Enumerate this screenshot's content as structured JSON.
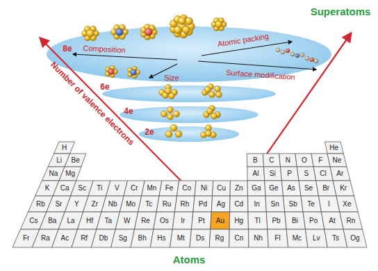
{
  "diagram": {
    "nodes": [
      {
        "text": [
          "Composition",
          "Size",
          "Atomic packing",
          "Surface modification"
        ]
      }
    ],
    "labels": [
      "Superatoms",
      "Number of valence electrons",
      "8e",
      "6e",
      "4e",
      "2e",
      "H",
      "He",
      "Li",
      "Be",
      "B",
      "C",
      "N",
      "O",
      "F",
      "Ne",
      "Na",
      "Mg",
      "Al",
      "Si",
      "P",
      "S",
      "Cl",
      "Ar",
      "K",
      "Ca",
      "Sc",
      "Ti",
      "V",
      "Cr",
      "Mn",
      "Fe",
      "Co",
      "Ni",
      "Cu",
      "Zn",
      "Ga",
      "Ge",
      "As",
      "Se",
      "Br",
      "Kr",
      "Rb",
      "Sr",
      "Y",
      "Zr",
      "Nb",
      "Mo",
      "Tc",
      "Ru",
      "Rh",
      "Pd",
      "Ag",
      "Cd",
      "In",
      "Sn",
      "Sb",
      "Te",
      "I",
      "Xe",
      "Cs",
      "Ba",
      "La",
      "Hf",
      "Ta",
      "W",
      "Re",
      "Os",
      "Ir",
      "Pt",
      "Au",
      "Hg",
      "Tl",
      "Pb",
      "Bi",
      "Po",
      "At",
      "Rn",
      "Fr",
      "Ra",
      "Ac",
      "Rf",
      "Db",
      "Sg",
      "Bh",
      "Hs",
      "Mt",
      "Ds",
      "Rg",
      "Cn",
      "Nh",
      "Fl",
      "Mc",
      "Lv",
      "Ts",
      "Og",
      "Atoms"
    ]
  }
}
